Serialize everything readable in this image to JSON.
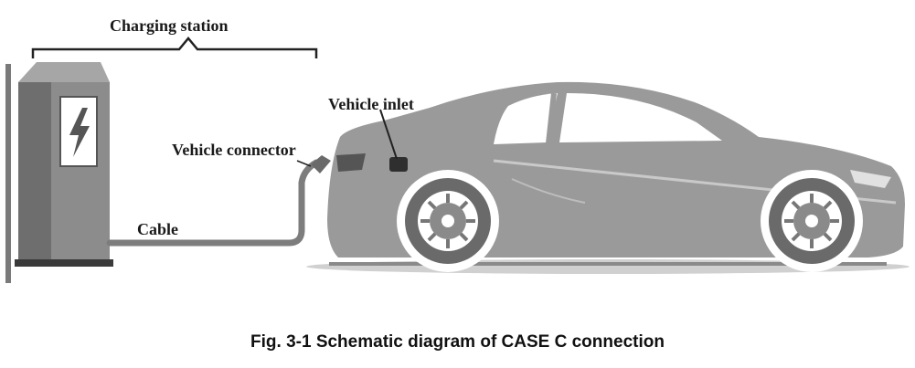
{
  "labels": {
    "charging_station": "Charging station",
    "vehicle_inlet": "Vehicle inlet",
    "vehicle_connector": "Vehicle connector",
    "cable": "Cable"
  },
  "caption": "Fig. 3-1 Schematic diagram of CASE C connection",
  "colors": {
    "station_body": "#8c8c8c",
    "station_side": "#6e6e6e",
    "car_body": "#9a9a9a",
    "car_dark": "#5a5a5a",
    "cable": "#7d7d7d",
    "ground_shadow": "#d0d0d0"
  }
}
